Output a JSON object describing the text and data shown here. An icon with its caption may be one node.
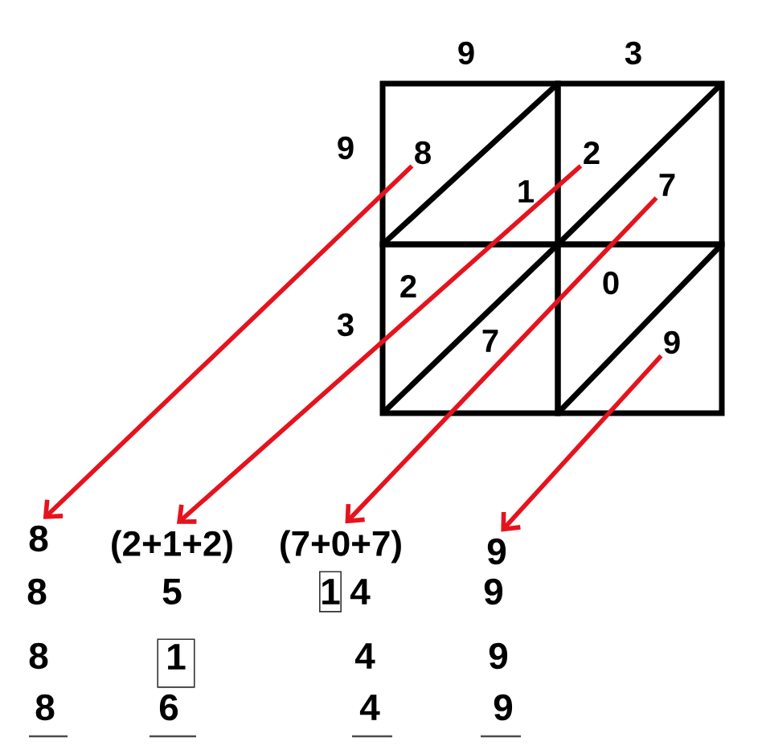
{
  "diagram": {
    "nodes": [
      {
        "text": [],
        "shape": "box"
      },
      {
        "text": [
          "8"
        ],
        "in": 0
      },
      {
        "text": [
          "1"
        ],
        "in": 0
      },
      {
        "text": [],
        "shape": "box"
      },
      {
        "text": [
          "2"
        ],
        "in": 3
      },
      {
        "text": [
          "7"
        ],
        "in": 3
      },
      {
        "text": [],
        "shape": "box"
      },
      {
        "text": [
          "2"
        ],
        "in": 6
      },
      {
        "text": [
          "7"
        ],
        "in": 6
      },
      {
        "text": [],
        "shape": "box"
      },
      {
        "text": [
          "0"
        ],
        "in": 9
      },
      {
        "text": [
          "9"
        ],
        "in": 9
      },
      {
        "text": [
          "8"
        ]
      },
      {
        "text": [
          "(2+1+2)"
        ]
      },
      {
        "text": [
          "(7+0+7)"
        ]
      },
      {
        "text": [
          "9"
        ]
      },
      {
        "text": [
          "1"
        ]
      },
      {
        "text": [
          "1"
        ]
      }
    ],
    "edges": [
      {
        "from": 1,
        "to": 12,
        "arrow": "to"
      },
      {
        "from": 4,
        "to": 13,
        "arrow": "to"
      },
      {
        "from": 5,
        "to": 14,
        "arrow": "to"
      },
      {
        "from": 11,
        "to": 15,
        "arrow": "to"
      }
    ],
    "labels": [
      "9",
      "3",
      "9",
      "3",
      "8",
      "5",
      "4",
      "9",
      "8",
      "4",
      "9",
      "8",
      "6",
      "4",
      "9"
    ]
  }
}
